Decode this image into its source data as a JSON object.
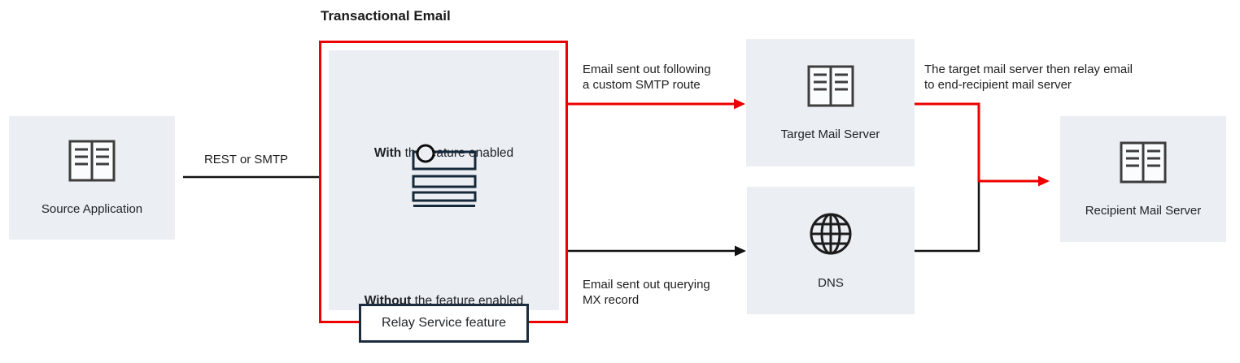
{
  "title": "Transactional Email",
  "colors": {
    "accent_red": "#ec0000",
    "node_fill": "#ebeef2",
    "navy_border": "#1b2d3e",
    "line_black": "#111111",
    "text": "#1f2328"
  },
  "nodes": {
    "source": {
      "label": "Source Application",
      "icon": "server-icon"
    },
    "target": {
      "label": "Target Mail Server",
      "icon": "server-icon"
    },
    "dns": {
      "label": "DNS",
      "icon": "globe-icon"
    },
    "recipient": {
      "label": "Recipient Mail Server",
      "icon": "server-icon"
    }
  },
  "feature_panel": {
    "with_bold": "With",
    "with_rest": " the feature enabled",
    "without_bold": "Without",
    "without_rest": " the feature enabled",
    "relay_label": "Relay Service feature"
  },
  "edges": {
    "rest_smtp": "REST or SMTP",
    "custom_route_line1": "Email sent out following",
    "custom_route_line2": "a custom SMTP route",
    "mx_line1": "Email sent out querying",
    "mx_line2": "MX record",
    "relay_line1": "The target mail server then relay email",
    "relay_line2": "to end-recipient mail server"
  }
}
